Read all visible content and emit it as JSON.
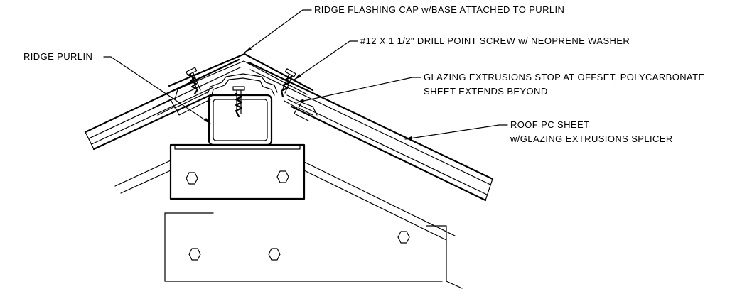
{
  "labels": {
    "ridge_flashing": "RIDGE FLASHING CAP w/BASE ATTACHED TO PURLIN",
    "drill_screw": "#12 X 1 1/2\" DRILL POINT SCREW w/ NEOPRENE WASHER",
    "ridge_purlin": "RIDGE PURLIN",
    "glazing_line1": "GLAZING EXTRUSIONS STOP AT OFFSET, POLYCARBONATE",
    "glazing_line2": "SHEET EXTENDS BEYOND",
    "roof_line1": "ROOF PC SHEET",
    "roof_line2": "w/GLAZING EXTRUSIONS SPLICER"
  },
  "colors": {
    "ink": "#000000",
    "background": "#ffffff"
  }
}
